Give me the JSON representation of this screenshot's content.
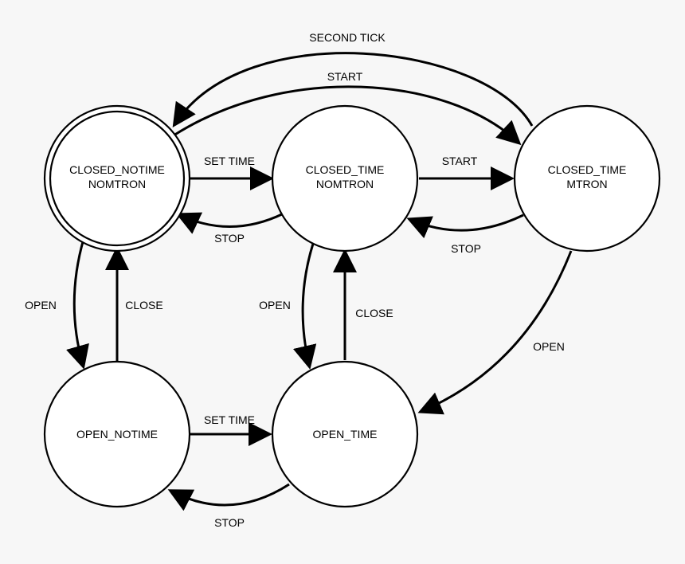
{
  "states": {
    "closed_notime_nomtron": {
      "line1": "CLOSED_NOTIME",
      "line2": "NOMTRON"
    },
    "closed_time_nomtron": {
      "line1": "CLOSED_TIME",
      "line2": "NOMTRON"
    },
    "closed_time_mtron": {
      "line1": "CLOSED_TIME",
      "line2": "MTRON"
    },
    "open_notime": {
      "line1": "OPEN_NOTIME"
    },
    "open_time": {
      "line1": "OPEN_TIME"
    }
  },
  "transitions": {
    "second_tick": "SECOND TICK",
    "start_top": "START",
    "set_time_top": "SET TIME",
    "start_middle": "START",
    "stop_left": "STOP",
    "stop_right": "STOP",
    "open_left": "OPEN",
    "close_left": "CLOSE",
    "open_middle": "OPEN",
    "close_middle": "CLOSE",
    "open_right": "OPEN",
    "set_time_bottom": "SET TIME",
    "stop_bottom": "STOP"
  }
}
